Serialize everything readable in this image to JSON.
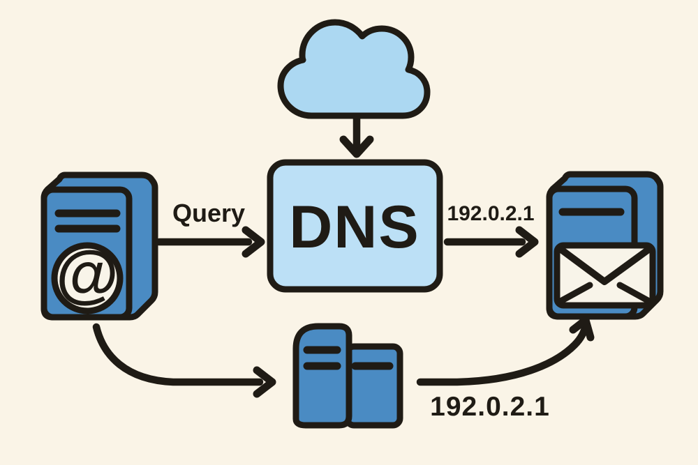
{
  "colors": {
    "background": "#FAF4E7",
    "outline": "#1F1B15",
    "server_blue": "#4A8BC3",
    "cloud_blue": "#ACD8F2",
    "dns_box_blue": "#BCE0F6",
    "paper_white": "#F8F4E9"
  },
  "nodes": {
    "dns": {
      "label": "DNS"
    },
    "mail_client": {
      "at_glyph": "@"
    }
  },
  "edges": {
    "client_to_dns": {
      "label": "Query"
    },
    "dns_to_mail_server": {
      "label": "192.0.2.1"
    },
    "resolver_to_mail_server": {
      "label": "192.0.2.1"
    }
  }
}
